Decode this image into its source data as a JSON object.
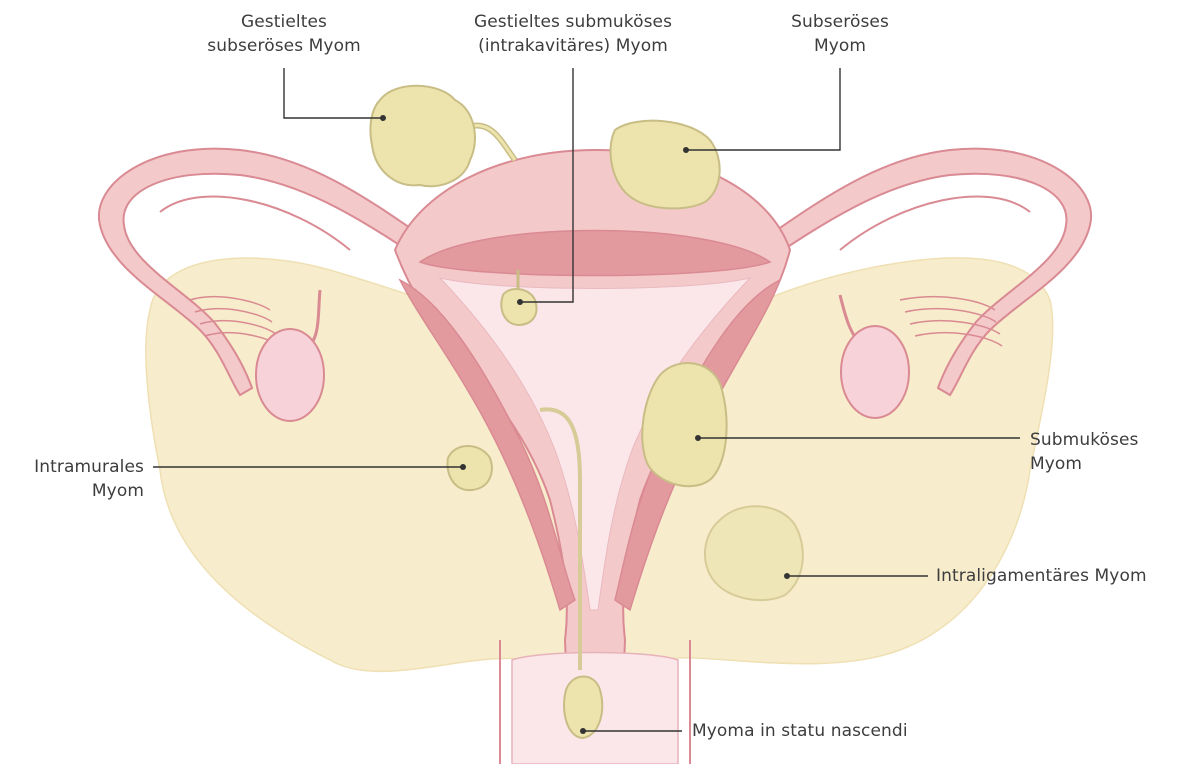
{
  "labels": {
    "gestieltes_subseroeses": [
      "Gestieltes",
      "subseröses Myom"
    ],
    "gestieltes_submukoeses": [
      "Gestieltes submuköses",
      "(intrakavitäres) Myom"
    ],
    "subseroeses": [
      "Subseröses",
      "Myom"
    ],
    "intramurales": [
      "Intramurales",
      "Myom"
    ],
    "submukoeses": [
      "Submuköses",
      "Myom"
    ],
    "intraligamentaeres": "Intraligamentäres Myom",
    "myoma_in_statu_nascendi": "Myoma in statu nascendi"
  },
  "colors": {
    "myometrium": "#f4c9c9",
    "myometrium_outline": "#d98a93",
    "endometrium": "#e39a9f",
    "cavity": "#fbe7ea",
    "ligament": "#f7eccb",
    "myoma_fill": "#ece3ad",
    "myoma_outline": "#c9bd86",
    "ovary": "#f7d3d9",
    "leader_line": "#333333"
  }
}
